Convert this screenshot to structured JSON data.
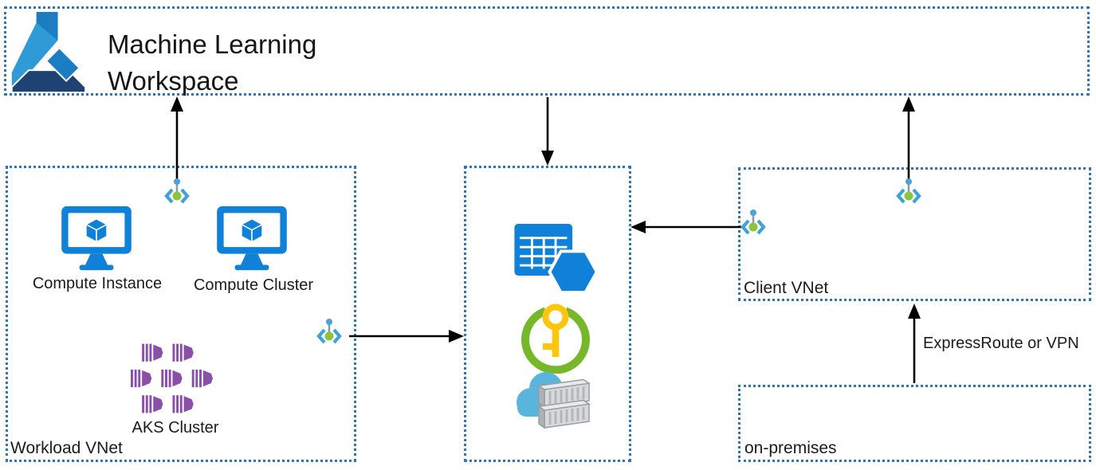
{
  "diagram": {
    "ml_workspace": {
      "title": "Machine Learning Workspace"
    },
    "workload_vnet": {
      "label": "Workload VNet",
      "compute_instance_label": "Compute Instance",
      "compute_cluster_label": "Compute Cluster",
      "aks_cluster_label": "AKS Cluster"
    },
    "shared_services": {
      "icons": [
        "storage-account-icon",
        "key-vault-icon",
        "container-registry-icon"
      ]
    },
    "client_vnet": {
      "label": "Client VNet"
    },
    "on_premises": {
      "label": "on-premises"
    },
    "connections": {
      "express_route_label": "ExpressRoute or VPN"
    },
    "colors": {
      "border_blue": "#2E75B6",
      "azure_blue": "#1081D8",
      "ml_mid_blue": "#1B7EC2",
      "ml_light_blue": "#2F9BD6",
      "ml_dark_navy": "#1D4273",
      "aks_purple": "#8A4FA8",
      "key_vault_green": "#76B82A",
      "key_vault_yellow": "#FCC60E",
      "private_endpoint_bracket": "#3DA3DC",
      "private_endpoint_green": "#8BC53F",
      "cloud_blue": "#5AB5DC",
      "arrow_black": "#000000"
    }
  }
}
